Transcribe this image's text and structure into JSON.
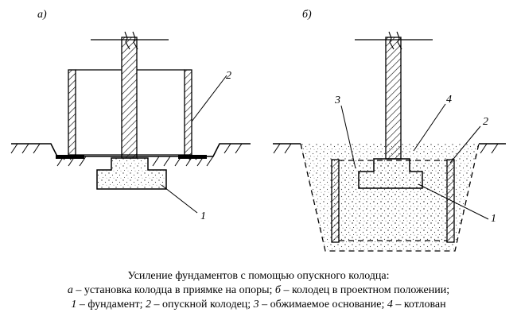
{
  "panels": {
    "a": "а)",
    "b": "б)"
  },
  "callouts": {
    "a": {
      "c1": "1",
      "c2": "2"
    },
    "b": {
      "c1": "1",
      "c2": "2",
      "c3": "3",
      "c4": "4"
    }
  },
  "caption": {
    "title": "Усиление фундаментов с помощью опускного колодца:",
    "line2": [
      {
        "t": "а",
        "i": true
      },
      {
        "t": " – установка колодца в приямке на опоры; ",
        "i": false
      },
      {
        "t": "б",
        "i": true
      },
      {
        "t": " – колодец в проектном положении;",
        "i": false
      }
    ],
    "line3": [
      {
        "t": "1",
        "i": true
      },
      {
        "t": " – фундамент; ",
        "i": false
      },
      {
        "t": "2",
        "i": true
      },
      {
        "t": " – опускной колодец; ",
        "i": false
      },
      {
        "t": "3",
        "i": true
      },
      {
        "t": " – обжимаемое основание; ",
        "i": false
      },
      {
        "t": "4",
        "i": true
      },
      {
        "t": " – котлован",
        "i": false
      }
    ]
  }
}
